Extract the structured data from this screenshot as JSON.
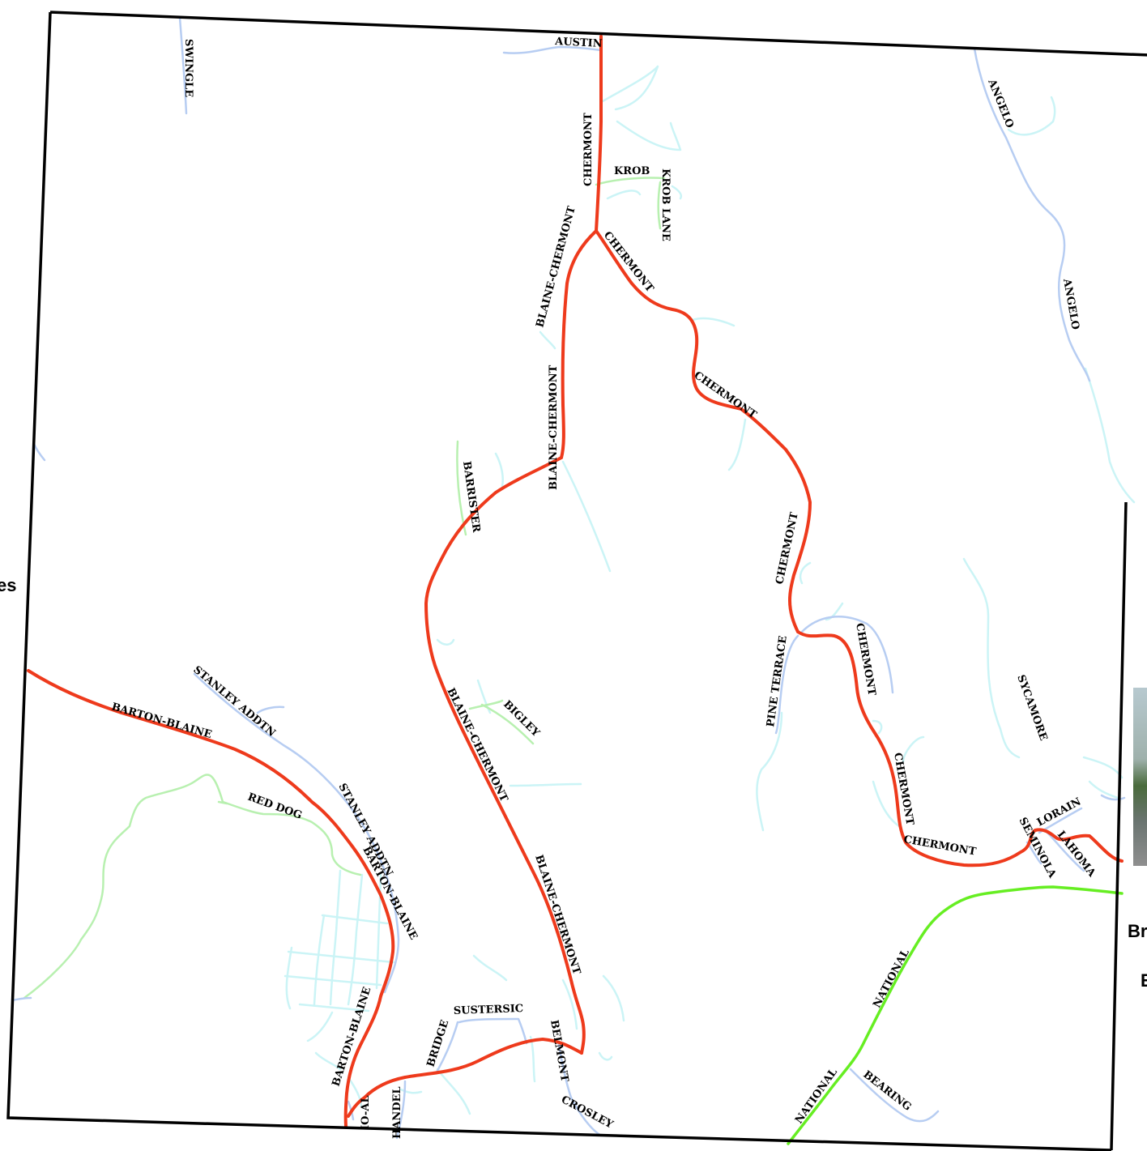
{
  "map": {
    "colors": {
      "primary_road": "#ee3a1c",
      "secondary_road": "#66ee22",
      "local_road": "#b7cdf2",
      "minor_road": "#cbf4f6",
      "private_road": "#b8f0b0",
      "boundary": "#000000"
    },
    "road_labels": {
      "swingle": "SWINGLE",
      "austin": "AUSTIN",
      "chermont_1": "CHERMONT",
      "krob": "KROB",
      "krob_lane": "KROB LANE",
      "blaine_chermont_1": "BLAINE-CHERMONT",
      "chermont_2": "CHERMONT",
      "angelo_1": "ANGELO",
      "angelo_2": "ANGELO",
      "chermont_3": "CHERMONT",
      "blaine_chermont_2": "BLAINE-CHERMONT",
      "barrister": "BARRISTER",
      "chermont_4": "CHERMONT",
      "pine_terrace": "PINE TERRACE",
      "chermont_5": "CHERMONT",
      "stanley_addtn_1": "STANLEY ADDTN",
      "barton_blaine_1": "BARTON-BLAINE",
      "blaine_chermont_3": "BLAINE-CHERMONT",
      "bigley": "BIGLEY",
      "sycamore": "SYCAMORE",
      "red_dog": "RED DOG",
      "stanley_addtn_2": "STANLEY ADDTN",
      "barton_blaine_2": "BARTON-BLAINE",
      "chermont_6": "CHERMONT",
      "lorain": "LORAIN",
      "seminola": "SEMINOLA",
      "lahoma": "LAHOMA",
      "chermont_7": "CHERMONT",
      "blaine_chermont_4": "BLAINE-CHERMONT",
      "national_1": "NATIONAL",
      "susterstic": "SUSTERSIC",
      "bridge": "BRIDGE",
      "belmont": "BELMONT",
      "barton_blaine_3": "BARTON-BLAINE",
      "crosley": "CROSLEY",
      "handel": "HANDEL",
      "io_al": "IO-AL",
      "national_2": "NATIONAL",
      "bearing": "BEARING"
    },
    "edge_labels": {
      "left_fragment": "es",
      "right_fragment_1": "Br",
      "right_fragment_2": "E"
    }
  }
}
